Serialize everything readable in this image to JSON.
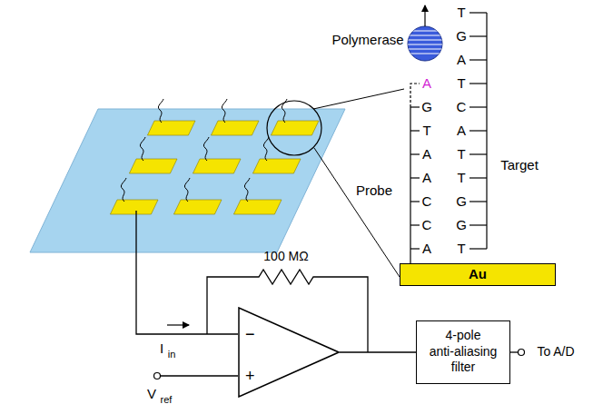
{
  "diagram": {
    "nodes": [
      {
        "text": [
          "Au"
        ]
      },
      {
        "text": [
          "−",
          "+"
        ]
      },
      {
        "text": [
          "4-pole anti-aliasing filter"
        ]
      }
    ],
    "edges": [
      {
        "from": 1,
        "to": 2,
        "arrow": "none"
      }
    ],
    "labels": [
      "Polymerase",
      "Probe",
      "Target",
      "A",
      "G",
      "T",
      "A",
      "A",
      "C",
      "C",
      "A",
      "T",
      "G",
      "A",
      "T",
      "C",
      "A",
      "T",
      "T",
      "G",
      "G",
      "T",
      "100 MΩ",
      "I",
      "in",
      "V",
      "ref",
      "To A/D"
    ]
  }
}
